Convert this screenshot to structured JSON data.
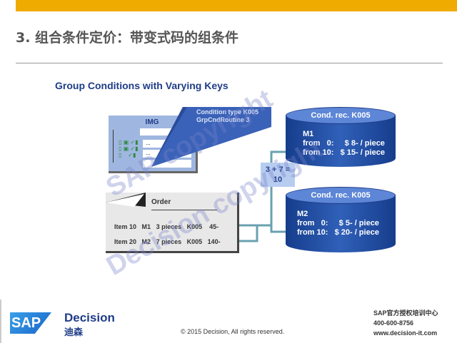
{
  "title": "3. 组合条件定价：带变式码的组条件",
  "subtitle": "Group Conditions with Varying Keys",
  "img": {
    "label": "IMG",
    "rows": [
      "...",
      "...",
      ""
    ]
  },
  "callout": {
    "line1": "Condition type   K005",
    "line2": "GrpCndRoutine 3"
  },
  "records": [
    {
      "header": "Cond. rec.  K005",
      "material": "M1",
      "line1": "from   0:     $ 8- / piece",
      "line2": "from 10:   $ 15- / piece"
    },
    {
      "header": "Cond. rec.  K005",
      "material": "M2",
      "line1": "from   0:     $ 5- / piece",
      "line2": "from 10:   $ 20- / piece"
    }
  ],
  "calc": {
    "line1": "3 + 7 =",
    "line2": "10"
  },
  "order": {
    "label": "Order",
    "items": [
      {
        "item": "Item 10",
        "mat": "M1",
        "qty": "3 pieces",
        "cond": "K005",
        "value": "45-"
      },
      {
        "item": "Item 20",
        "mat": "M2",
        "qty": "7 pieces",
        "cond": "K005",
        "value": "140-"
      }
    ]
  },
  "watermarks": [
    "SAP copyright",
    "Decision copyright"
  ],
  "footer": {
    "brand": "Decision",
    "brand_cn": "迪森",
    "sap": "SAP",
    "copyright": "© 2015 Decision, All rights reserved.",
    "center": "SAP官方授权培训中心",
    "phone": "400-600-8756",
    "url": "www.decision-it.com"
  }
}
